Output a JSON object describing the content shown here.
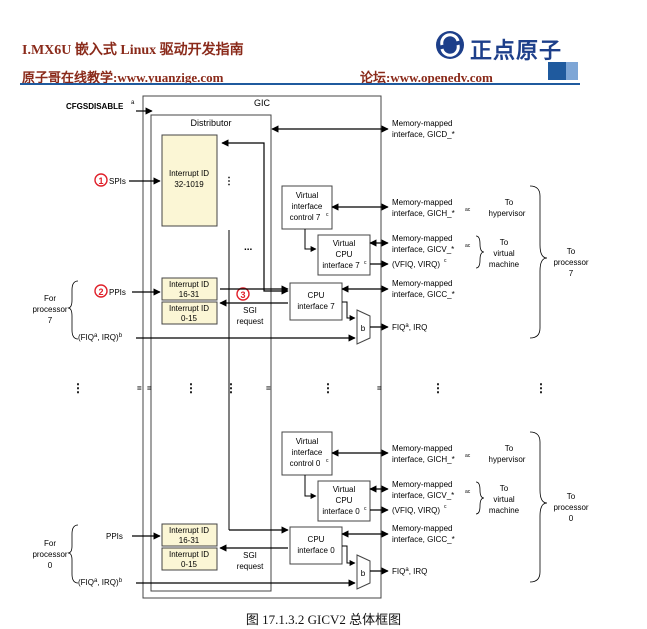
{
  "header": {
    "title": "I.MX6U 嵌入式 Linux 驱动开发指南",
    "left_footer": "原子哥在线教学:www.yuanzige.com",
    "right_footer": "论坛:www.openedv.com",
    "logo_text": "正点原子",
    "accent_color": "#1f5a9e",
    "text_color": "#8a2a1a"
  },
  "figure": {
    "gic": "GIC",
    "distributor": "Distributor",
    "cfgsdisable": "CFGSDISABLE",
    "cfgsdisable_sup": "a",
    "spi_box": [
      "Interrupt ID",
      "32-1019"
    ],
    "ppi_box": [
      "Interrupt ID",
      "16-31"
    ],
    "sgi_box": [
      "Interrupt ID",
      "0-15"
    ],
    "spis": "SPIs",
    "ppis": "PPIs",
    "sgi_request": [
      "SGI",
      "request"
    ],
    "marker_1": "1",
    "marker_2": "2",
    "marker_3": "3",
    "for_processor_7": [
      "For",
      "processor",
      "7"
    ],
    "for_processor_0": [
      "For",
      "processor",
      "0"
    ],
    "fiq_irq_in": "(FIQ",
    "fiq_irq_in_sup_a": "a",
    "fiq_irq_in_mid": ", IRQ)",
    "fiq_irq_in_sup_b": "b",
    "cpu_if_7": [
      "CPU",
      "interface 7"
    ],
    "cpu_if_0": [
      "CPU",
      "interface 0"
    ],
    "virt_ctrl_7": [
      "Virtual",
      "interface",
      "control 7"
    ],
    "virt_ctrl_0": [
      "Virtual",
      "interface",
      "control 0"
    ],
    "virt_cpu_7": [
      "Virtual",
      "CPU",
      "interface 7"
    ],
    "virt_cpu_0": [
      "Virtual",
      "CPU",
      "interface 0"
    ],
    "sup_c": "c",
    "sup_a": "a",
    "sup_ac": "ac",
    "b": "b",
    "gicd": [
      "Memory-mapped",
      "interface, GICD_*"
    ],
    "gich": [
      "Memory-mapped",
      "interface, GICH_*"
    ],
    "gicv": [
      "Memory-mapped",
      "interface, GICV_*"
    ],
    "gicc": [
      "Memory-mapped",
      "interface, GICC_*"
    ],
    "vfiq_virq": "(VFIQ, VIRQ)",
    "fiq_irq_out_pre": "FIQ",
    "fiq_irq_out_post": ", IRQ",
    "to_hypervisor": [
      "To",
      "hypervisor"
    ],
    "to_virtual_machine": [
      "To",
      "virtual",
      "machine"
    ],
    "to_processor_7": [
      "To",
      "processor",
      "7"
    ],
    "to_processor_0": [
      "To",
      "processor",
      "0"
    ],
    "dots_h": "...",
    "marker_color": "#e0202a",
    "box_fill": "#fbf6d5"
  },
  "caption": "图 17.1.3.2 GICV2 总体框图"
}
